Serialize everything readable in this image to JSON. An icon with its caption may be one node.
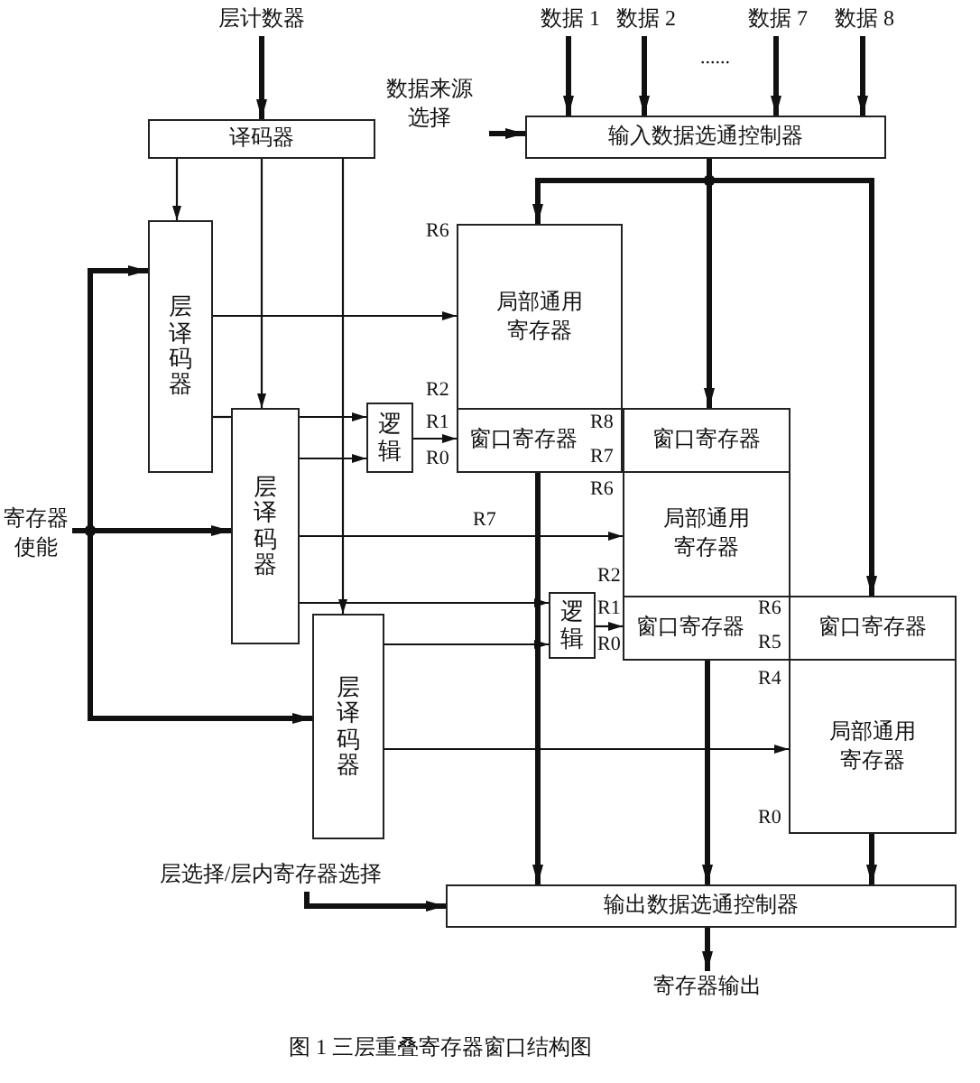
{
  "diagram": {
    "caption": "图 1 三层重叠寄存器窗口结构图",
    "nodes": [
      {
        "text": [
          "层计数器"
        ]
      },
      {
        "text": [
          "译码器"
        ]
      },
      {
        "text": [
          "数据 1"
        ]
      },
      {
        "text": [
          "数据 2"
        ]
      },
      {
        "text": [
          "数据 7"
        ]
      },
      {
        "text": [
          "数据 8"
        ]
      },
      {
        "text": [
          "数据来源选择"
        ]
      },
      {
        "text": [
          "输入数据选通控制器"
        ]
      },
      {
        "text": [
          "层译码器"
        ]
      },
      {
        "text": [
          "层译码器"
        ]
      },
      {
        "text": [
          "层译码器"
        ]
      },
      {
        "text": [
          "寄存器使能"
        ]
      },
      {
        "text": [
          "逻辑"
        ]
      },
      {
        "text": [
          "逻辑"
        ]
      },
      {
        "text": [
          "局部通用寄存器"
        ]
      },
      {
        "text": [
          "窗口寄存器"
        ]
      },
      {
        "text": [
          "窗口寄存器"
        ]
      },
      {
        "text": [
          "局部通用寄存器"
        ]
      },
      {
        "text": [
          "窗口寄存器"
        ]
      },
      {
        "text": [
          "窗口寄存器"
        ]
      },
      {
        "text": [
          "局部通用寄存器"
        ]
      },
      {
        "text": [
          "层选择/层内寄存器选择"
        ]
      },
      {
        "text": [
          "输出数据选通控制器"
        ]
      },
      {
        "text": [
          "寄存器输出"
        ]
      }
    ],
    "edges": [
      {
        "from": 0,
        "to": 1,
        "arrow": "to"
      },
      {
        "from": 2,
        "to": 7,
        "arrow": "to"
      },
      {
        "from": 3,
        "to": 7,
        "arrow": "to"
      },
      {
        "from": 4,
        "to": 7,
        "arrow": "to"
      },
      {
        "from": 5,
        "to": 7,
        "arrow": "to"
      },
      {
        "from": 6,
        "to": 7,
        "arrow": "to"
      },
      {
        "from": 1,
        "to": 8,
        "arrow": "to"
      },
      {
        "from": 1,
        "to": 9,
        "arrow": "to"
      },
      {
        "from": 1,
        "to": 10,
        "arrow": "to"
      },
      {
        "from": 7,
        "to": 14,
        "arrow": "to"
      },
      {
        "from": 7,
        "to": 16,
        "arrow": "to"
      },
      {
        "from": 7,
        "to": 19,
        "arrow": "to"
      },
      {
        "from": 11,
        "to": 8,
        "arrow": "to"
      },
      {
        "from": 11,
        "to": 9,
        "arrow": "to"
      },
      {
        "from": 11,
        "to": 10,
        "arrow": "to"
      },
      {
        "from": 8,
        "to": 14,
        "arrow": "to"
      },
      {
        "from": 8,
        "to": 9,
        "arrow": "none"
      },
      {
        "from": 9,
        "to": 12,
        "arrow": "to"
      },
      {
        "from": 9,
        "to": 12,
        "arrow": "to"
      },
      {
        "from": 12,
        "to": 15,
        "arrow": "to"
      },
      {
        "from": 9,
        "to": 17,
        "arrow": "to"
      },
      {
        "from": 9,
        "to": 13,
        "arrow": "to"
      },
      {
        "from": 10,
        "to": 13,
        "arrow": "to"
      },
      {
        "from": 13,
        "to": 18,
        "arrow": "to"
      },
      {
        "from": 10,
        "to": 20,
        "arrow": "to"
      },
      {
        "from": 15,
        "to": 22,
        "arrow": "to"
      },
      {
        "from": 18,
        "to": 22,
        "arrow": "to"
      },
      {
        "from": 20,
        "to": 22,
        "arrow": "to"
      },
      {
        "from": 21,
        "to": 22,
        "arrow": "to"
      },
      {
        "from": 22,
        "to": 23,
        "arrow": "to"
      }
    ],
    "labels": [
      "......",
      "R6",
      "R2",
      "R1",
      "R0",
      "R8",
      "R7",
      "R6",
      "R7",
      "R2",
      "R1",
      "R6",
      "R0",
      "R5",
      "R4",
      "R0"
    ]
  }
}
